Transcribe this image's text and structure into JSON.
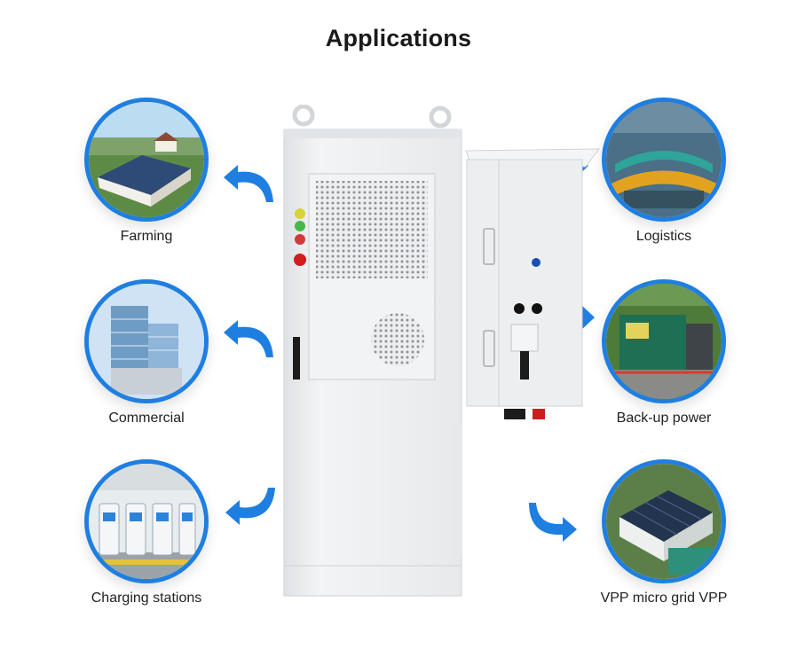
{
  "title": "Applications",
  "applications": {
    "left": [
      {
        "label": "Farming",
        "icon": "farming-scene"
      },
      {
        "label": "Commercial",
        "icon": "commercial-building-scene"
      },
      {
        "label": "Charging stations",
        "icon": "charging-station-scene"
      }
    ],
    "right": [
      {
        "label": "Logistics",
        "icon": "logistics-warehouse-scene"
      },
      {
        "label": "Back-up power",
        "icon": "backup-generator-scene"
      },
      {
        "label": "VPP micro grid VPP",
        "icon": "solar-roof-scene"
      }
    ]
  },
  "colors": {
    "accent": "#1f7fe0",
    "cabinet": "#eef0f2",
    "text": "#222222"
  }
}
